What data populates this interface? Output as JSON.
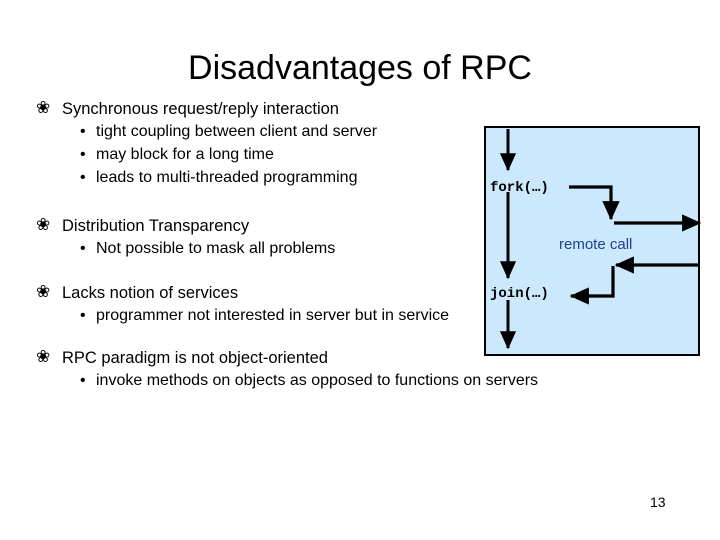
{
  "slide": {
    "title": "Disadvantages of RPC",
    "page_number": "13",
    "background_color": "#ffffff",
    "text_color": "#000000"
  },
  "bullets": [
    {
      "marker": "❀",
      "text": "Synchronous request/reply interaction",
      "sub": [
        "tight coupling between client and server",
        "may block for a long time",
        "leads to multi-threaded programming"
      ]
    },
    {
      "marker": "❀",
      "text": "Distribution Transparency",
      "sub": [
        "Not possible to mask all problems"
      ]
    },
    {
      "marker": "❀",
      "text": "Lacks notion of services",
      "sub": [
        "programmer not interested in server but in service"
      ]
    },
    {
      "marker": "❀",
      "text": "RPC paradigm is not object-oriented",
      "sub": [
        "invoke methods on objects as opposed to functions on servers"
      ]
    }
  ],
  "sub_bullet_glyph": "•",
  "diagram": {
    "fill_color": "#cce8fc",
    "border_color": "#000000",
    "labels": {
      "fork": "fork(…)",
      "join": "join(…)",
      "remote_call": "remote call"
    },
    "remote_call_color": "#1f3f8f"
  }
}
